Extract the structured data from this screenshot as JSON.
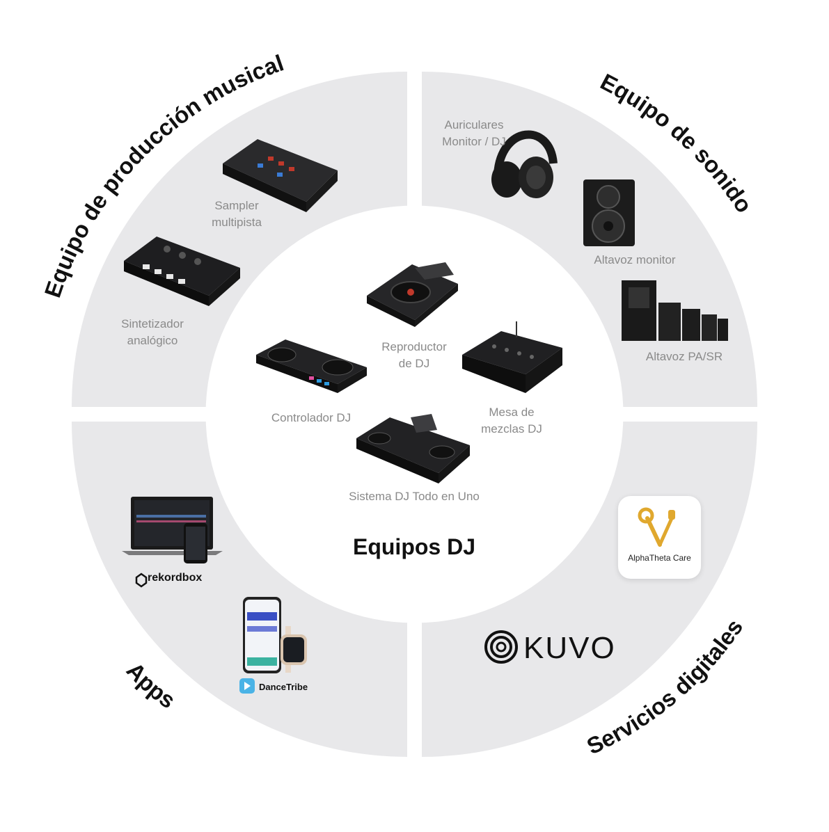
{
  "center": {
    "title": "Equipos DJ"
  },
  "quadrants": {
    "production": {
      "title": "Equipo de producción musical"
    },
    "sound": {
      "title": "Equipo de sonido"
    },
    "apps": {
      "title": "Apps"
    },
    "digital": {
      "title": "Servicios digitales"
    }
  },
  "items": {
    "sampler": [
      "Sampler",
      "multipista"
    ],
    "synth": [
      "Sintetizador",
      "analógico"
    ],
    "headphones": [
      "Auriculares",
      "Monitor / DJ"
    ],
    "monitor_speaker": "Altavoz monitor",
    "pa_speaker": "Altavoz PA/SR",
    "player": [
      "Reproductor",
      "de DJ"
    ],
    "controller": "Controlador DJ",
    "mixer": [
      "Mesa de",
      "mezclas DJ"
    ],
    "all_in_one": "Sistema DJ Todo en Uno"
  },
  "brands": {
    "rekordbox": "rekordbox",
    "dancetribe": "DanceTribe",
    "kuvo": "KUVO",
    "alphatheta_care": "AlphaTheta Care"
  },
  "colors": {
    "quadrant_bg": "#e8e8ea",
    "center_bg": "#ffffff",
    "title_text": "#111111",
    "label_text": "#8a8a8a",
    "care_accent": "#e0a82e",
    "dancetribe_accent": "#4ab3e6"
  },
  "icons": [
    "sampler-device-icon",
    "synth-device-icon",
    "headphones-icon",
    "monitor-speaker-icon",
    "pa-speaker-icon",
    "cdj-player-icon",
    "dj-controller-icon",
    "dj-mixer-icon",
    "all-in-one-system-icon",
    "laptop-icon",
    "phone-icon",
    "smartwatch-icon",
    "rekordbox-logo-icon",
    "dancetribe-logo-icon",
    "kuvo-logo-icon",
    "wrench-screwdriver-icon"
  ]
}
